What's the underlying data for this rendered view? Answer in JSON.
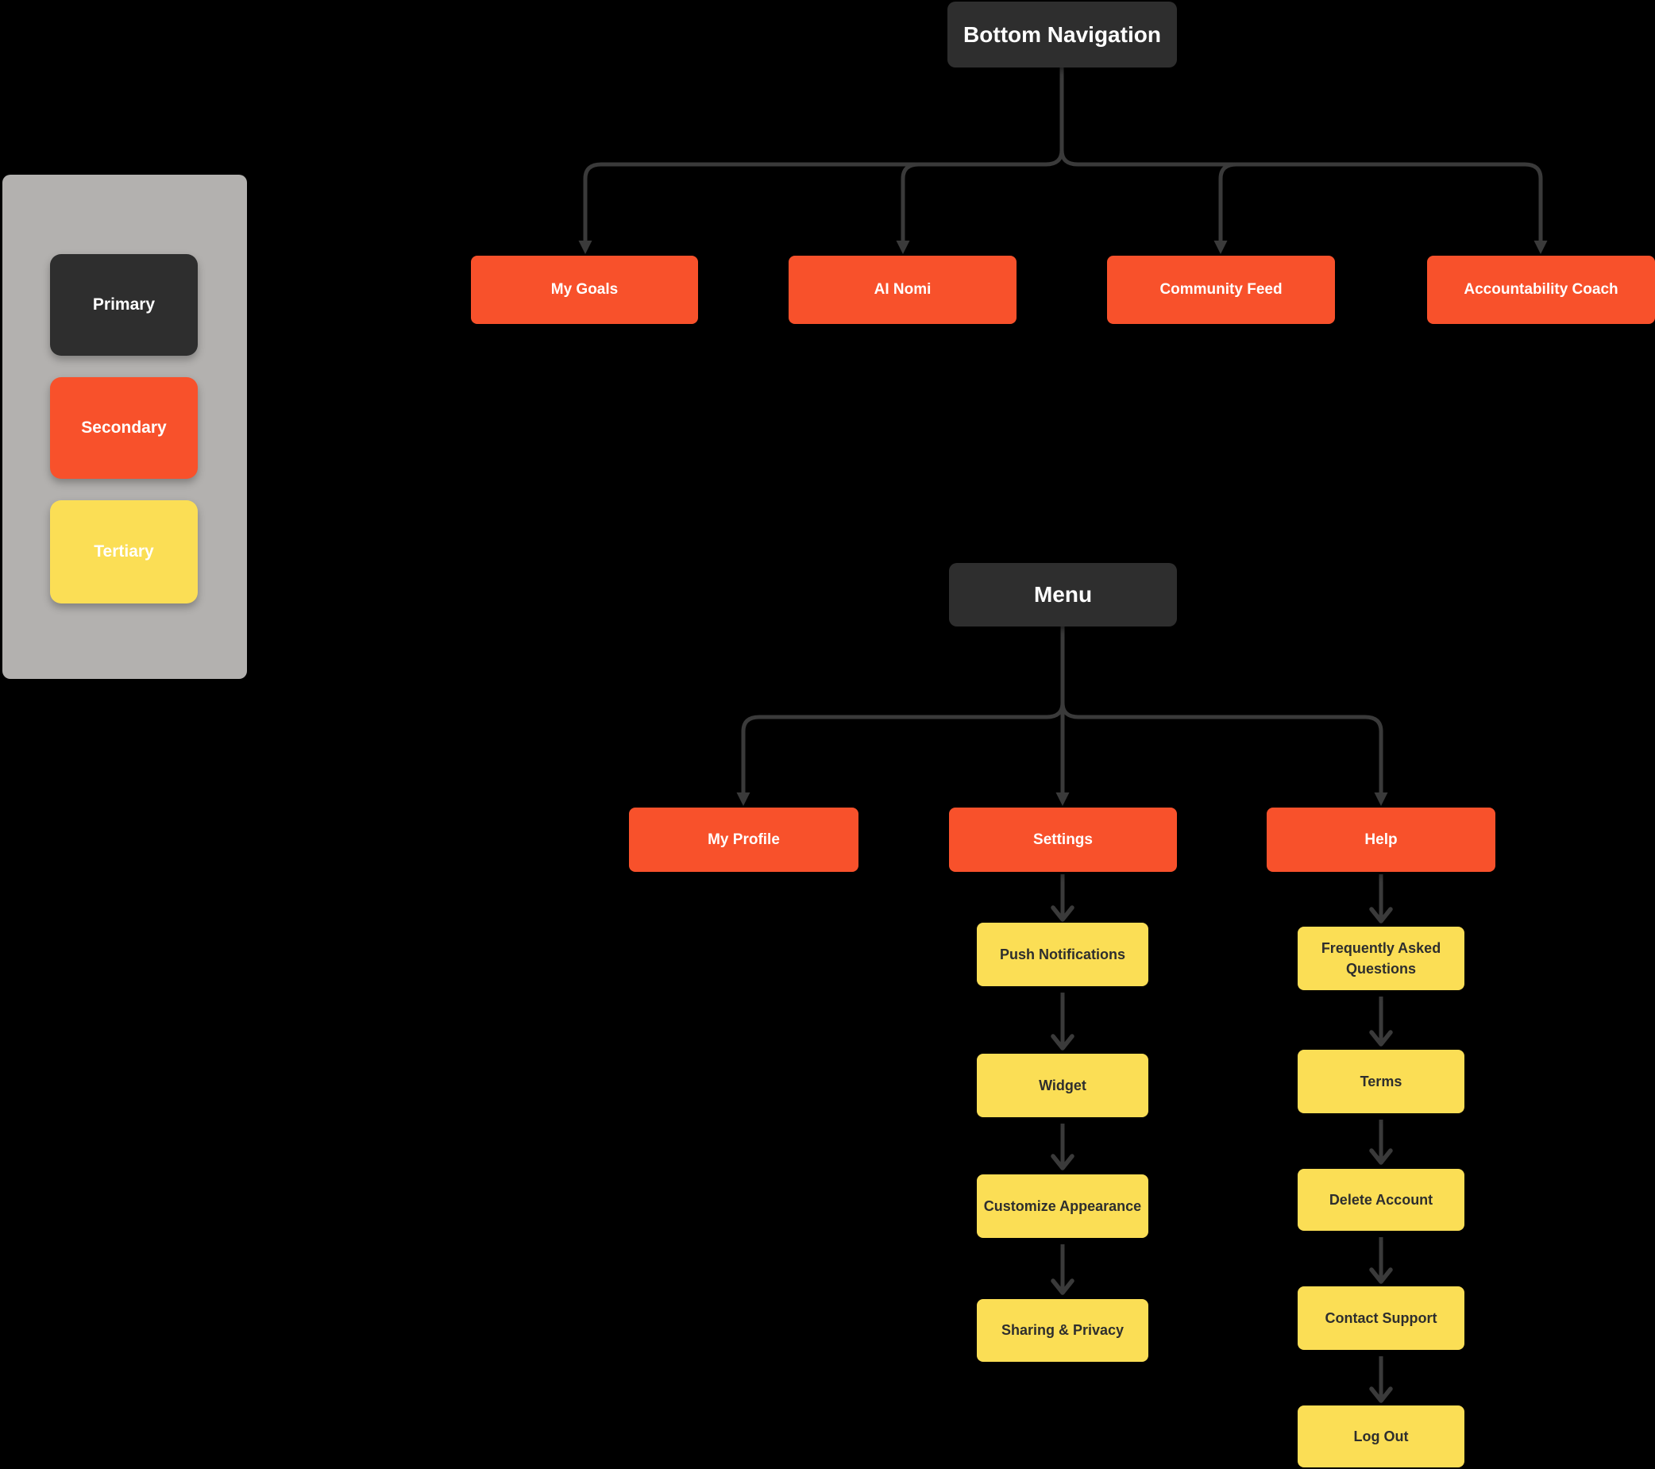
{
  "palette": {
    "background": "#000000",
    "primary": "#2E2E2E",
    "secondary": "#F8512B",
    "tertiary": "#FBDE55",
    "connector": "#3A3A3A",
    "label_light": "#FFFFFF",
    "label_dark": "#2E2E2E",
    "legend_panel": "#B3B1AF"
  },
  "legend": {
    "items": [
      {
        "label": "Primary",
        "level": "primary"
      },
      {
        "label": "Secondary",
        "level": "secondary"
      },
      {
        "label": "Tertiary",
        "level": "tertiary"
      }
    ]
  },
  "bottom_nav_tree": {
    "root": {
      "label": "Bottom Navigation",
      "level": "primary"
    },
    "children": [
      {
        "label": "My Goals",
        "level": "secondary"
      },
      {
        "label": "AI Nomi",
        "level": "secondary"
      },
      {
        "label": "Community Feed",
        "level": "secondary"
      },
      {
        "label": "Accountability Coach",
        "level": "secondary"
      }
    ]
  },
  "menu_tree": {
    "root": {
      "label": "Menu",
      "level": "primary"
    },
    "children": [
      {
        "label": "My Profile",
        "level": "secondary",
        "children": []
      },
      {
        "label": "Settings",
        "level": "secondary",
        "children": [
          {
            "label": "Push Notifications",
            "level": "tertiary"
          },
          {
            "label": "Widget",
            "level": "tertiary"
          },
          {
            "label": "Customize Appearance",
            "level": "tertiary"
          },
          {
            "label": "Sharing & Privacy",
            "level": "tertiary"
          }
        ]
      },
      {
        "label": "Help",
        "level": "secondary",
        "children": [
          {
            "label": "Frequently Asked Questions",
            "level": "tertiary"
          },
          {
            "label": "Terms",
            "level": "tertiary"
          },
          {
            "label": "Delete Account",
            "level": "tertiary"
          },
          {
            "label": "Contact Support",
            "level": "tertiary"
          },
          {
            "label": "Log Out",
            "level": "tertiary"
          }
        ]
      }
    ]
  }
}
